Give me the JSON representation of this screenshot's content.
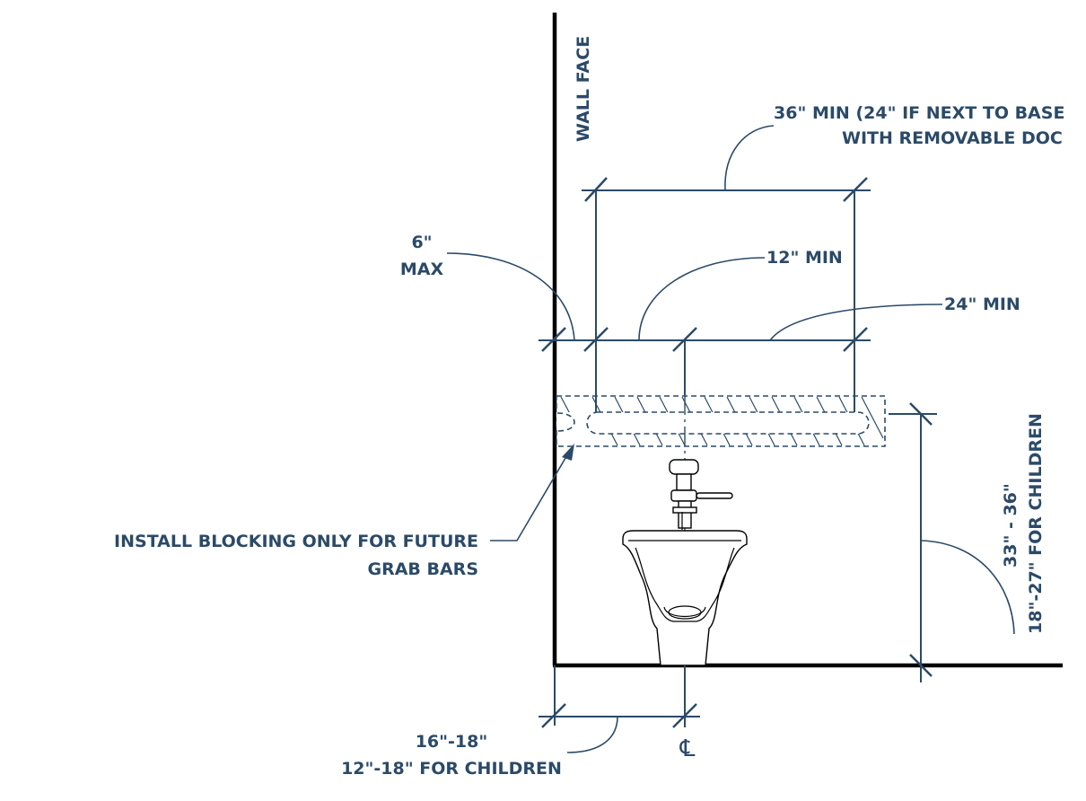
{
  "labels": {
    "wall_face": "WALL FACE",
    "overall_line1": "36\" MIN (24\" IF NEXT TO BASE",
    "overall_line2": "WITH REMOVABLE DOC",
    "six_max_line1": "6\"",
    "six_max_line2": "MAX",
    "twelve_min": "12\" MIN",
    "twentyfour_min": "24\" MIN",
    "blocking_line1": "INSTALL BLOCKING ONLY FOR FUTURE",
    "blocking_line2": "GRAB BARS",
    "height_line1": "33\" - 36\"",
    "height_line2": "18\"-27\" FOR CHILDREN",
    "centerline_line1": "16\"-18\"",
    "centerline_line2": "12\"-18\" FOR CHILDREN",
    "centerline_symbol": "℄"
  },
  "colors": {
    "annotation": "#2b4a68",
    "wall": "#000000",
    "background": "#ffffff"
  }
}
